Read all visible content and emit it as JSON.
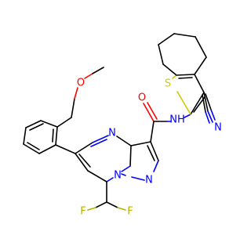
{
  "colors": {
    "carbon": "#000000",
    "nitrogen": "#0000ff",
    "oxygen": "#ff0000",
    "sulfur": "#cccc00",
    "fluorine": "#b3b300"
  },
  "atom_labels": {
    "methoxy_o": "O",
    "amide_o": "O",
    "amide_nh": "NH",
    "nitrile_n": "N",
    "thiophene_s": "S",
    "pyrimidine_n": "N",
    "bridge_n": "N",
    "pyrazole_n": "N",
    "f_left": "F",
    "f_right": "F"
  }
}
